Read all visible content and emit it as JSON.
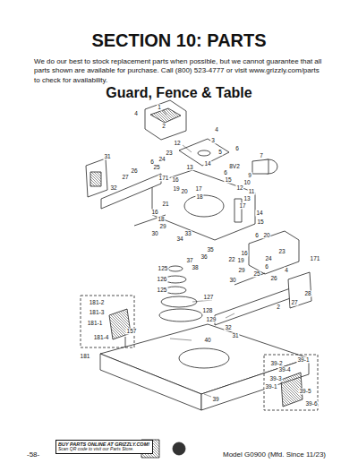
{
  "diagram": {
    "title": "SECTION 10: PARTS",
    "nodes": [
      {
        "text": [
          "BUY PARTS ONLINE AT GRIZZLY.COM!",
          "Scan QR code to visit our Parts Store."
        ]
      }
    ],
    "labels": [
      "We do our best to stock replacement parts when possible, but we cannot guarantee that all parts shown are available for purchase. Call (800) 523-4777 or visit www.grizzly.com/parts to check for availability.",
      "Guard, Fence & Table",
      "1",
      "4",
      "2",
      "4",
      "3",
      "12",
      "23",
      "24",
      "6",
      "25",
      "13",
      "14",
      "5",
      "6",
      "7",
      "8V2",
      "6",
      "15",
      "9",
      "10",
      "12",
      "11",
      "31",
      "27",
      "26",
      "32",
      "171",
      "16",
      "19",
      "20",
      "17",
      "18",
      "13",
      "17",
      "16",
      "21",
      "18",
      "29",
      "30",
      "33",
      "34",
      "14",
      "15",
      "6",
      "20",
      "16",
      "35",
      "36",
      "37",
      "22",
      "19",
      "24",
      "23",
      "171",
      "38",
      "29",
      "6",
      "25",
      "26",
      "4",
      "30",
      "28",
      "27",
      "2",
      "125",
      "126",
      "125",
      "127",
      "128",
      "129",
      "32",
      "31",
      "181-2",
      "181-3",
      "181-1",
      "181-4",
      "181",
      "157",
      "40",
      "39",
      "39-2",
      "39-1",
      "39-4",
      "39-3",
      "39-1",
      "39-5",
      "39-6",
      "-58-",
      "Model G0900 (Mfd. Since 11/23)"
    ]
  }
}
